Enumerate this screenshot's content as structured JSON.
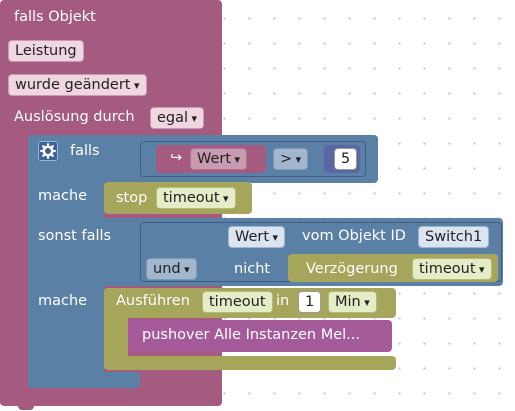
{
  "trigger": {
    "header": "falls Objekt",
    "object": "Leistung",
    "condition": "wurde geändert",
    "trigger_label": "Auslösung durch",
    "trigger_value": "egal"
  },
  "if_block": {
    "if_label": "falls",
    "then_label": "mache",
    "elseif_label": "sonst falls",
    "then2_label": "mache"
  },
  "condition1": {
    "arrow": "↪",
    "var": "Wert",
    "operator": ">",
    "value": "5"
  },
  "stop": {
    "label": "stop",
    "var": "timeout"
  },
  "condition2": {
    "logic": "und",
    "not_label": "nicht",
    "val_dropdown": "Wert",
    "of_object_label": "vom Objekt ID",
    "object_id": "Switch1",
    "delay_label": "Verzögerung",
    "delay_var": "timeout"
  },
  "timeout_block": {
    "label": "Ausführen",
    "var": "timeout",
    "in_label": "in",
    "amount": "1",
    "unit": "Min"
  },
  "pushover": {
    "text": "pushover Alle Instanzen Mel..."
  },
  "colors": {
    "trigger": "#a55b80",
    "logic": "#5b80a5",
    "action": "#a5a55b",
    "green_block": "#74a55b",
    "pushover": "#a55b99"
  }
}
